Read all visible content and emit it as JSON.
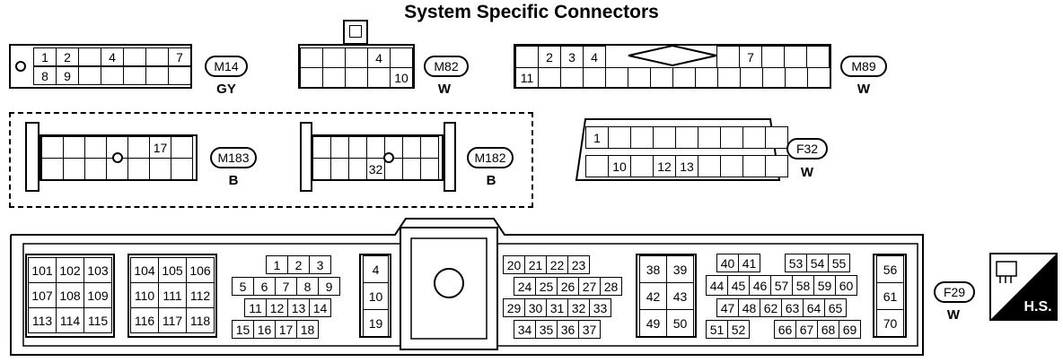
{
  "title": "System Specific Connectors",
  "connectors": {
    "m14": {
      "tag": "M14",
      "color": "GY",
      "row1": [
        "1",
        "2",
        "",
        "4",
        "",
        "",
        "7"
      ],
      "row2": [
        "8",
        "9",
        "",
        "",
        "",
        "",
        ""
      ]
    },
    "m82": {
      "tag": "M82",
      "color": "W",
      "row1": [
        "",
        "",
        "",
        "4",
        ""
      ],
      "row2": [
        "",
        "",
        "",
        "",
        "10"
      ]
    },
    "m89": {
      "tag": "M89",
      "color": "W",
      "row1_left": [
        "",
        "2",
        "3",
        "4"
      ],
      "row1_right": [
        "",
        "7",
        "",
        "",
        ""
      ],
      "row2": [
        "11",
        "",
        "",
        "",
        "",
        "",
        "",
        "",
        "",
        "",
        "",
        "",
        "",
        ""
      ]
    },
    "m183": {
      "tag": "M183",
      "color": "B",
      "row1": [
        "",
        "",
        "",
        "",
        "",
        "17",
        ""
      ],
      "row2": [
        "",
        "",
        "",
        "",
        "",
        "",
        ""
      ]
    },
    "m182": {
      "tag": "M182",
      "color": "B",
      "row1": [
        "",
        "",
        "",
        "",
        "",
        "",
        ""
      ],
      "row2": [
        "",
        "",
        "",
        "32",
        "",
        "",
        ""
      ]
    },
    "f32": {
      "tag": "F32",
      "color": "W",
      "row1": [
        "1",
        "",
        "",
        "",
        "",
        "",
        "",
        "",
        ""
      ],
      "row2": [
        "",
        "10",
        "",
        "12",
        "13",
        "",
        "",
        "",
        ""
      ]
    },
    "f29": {
      "tag": "F29",
      "color": "W",
      "block_a": [
        "101",
        "102",
        "103",
        "107",
        "108",
        "109",
        "113",
        "114",
        "115"
      ],
      "block_b": [
        "104",
        "105",
        "106",
        "110",
        "111",
        "112",
        "116",
        "117",
        "118"
      ],
      "block_c_row1": [
        "1",
        "2",
        "3"
      ],
      "block_c_row2": [
        "5",
        "6",
        "7",
        "8",
        "9"
      ],
      "block_c_row3": [
        "11",
        "12",
        "13",
        "14"
      ],
      "block_c_row4": [
        "15",
        "16",
        "17",
        "18"
      ],
      "block_d": [
        "4",
        "10",
        "19"
      ],
      "block_e_row1": [
        "20",
        "21",
        "22",
        "23"
      ],
      "block_e_row2": [
        "24",
        "25",
        "26",
        "27",
        "28"
      ],
      "block_e_row3": [
        "29",
        "30",
        "31",
        "32",
        "33"
      ],
      "block_e_row4": [
        "34",
        "35",
        "36",
        "37"
      ],
      "block_f": [
        "38",
        "39",
        "42",
        "43",
        "49",
        "50"
      ],
      "block_g_row1a": [
        "40",
        "41"
      ],
      "block_g_row1b": [
        "53",
        "54",
        "55"
      ],
      "block_g_row2": [
        "44",
        "45",
        "46",
        "57",
        "58",
        "59",
        "60"
      ],
      "block_g_row3": [
        "47",
        "48",
        "62",
        "63",
        "64",
        "65"
      ],
      "block_g_row4a": [
        "51",
        "52"
      ],
      "block_g_row4b": [
        "66",
        "67",
        "68",
        "69"
      ],
      "block_h": [
        "56",
        "61",
        "70"
      ]
    }
  },
  "hs_label": "H.S."
}
